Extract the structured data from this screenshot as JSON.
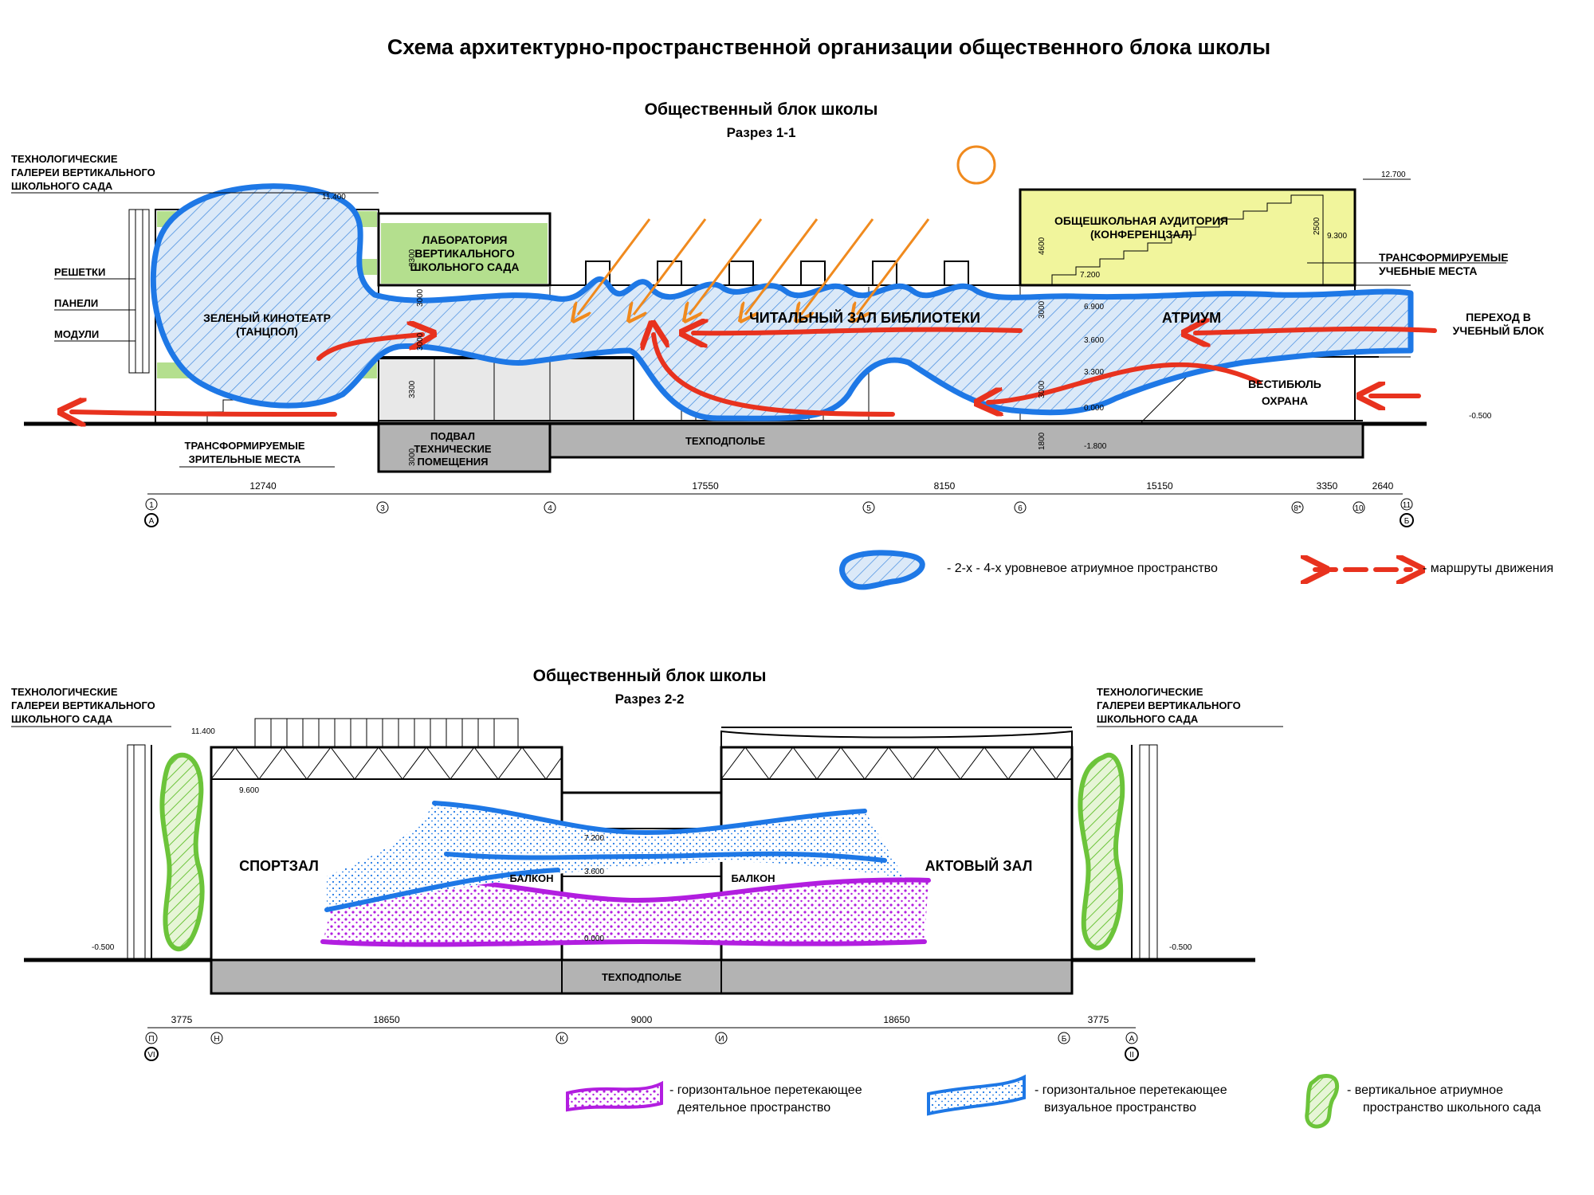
{
  "title": "Схема архитектурно-пространственной организации общественного блока школы",
  "section1": {
    "heading": "Общественный блок школы",
    "subheading": "Разрез 1-1",
    "labels": {
      "galleries": [
        "ТЕХНОЛОГИЧЕСКИЕ",
        "ГАЛЕРЕИ ВЕРТИКАЛЬНОГО",
        "ШКОЛЬНОГО САДА"
      ],
      "grilles": "РЕШЕТКИ",
      "panels": "ПАНЕЛИ",
      "modules": "МОДУЛИ",
      "lab": [
        "ЛАБОРАТОРИЯ",
        "ВЕРТИКАЛЬНОГО",
        "ШКОЛЬНОГО САДА"
      ],
      "cinema": [
        "ЗЕЛЕНЫЙ КИНОТЕАТР",
        "(ТАНЦПОЛ)"
      ],
      "reading_room": "ЧИТАЛЬНЫЙ ЗАЛ БИБЛИОТЕКИ",
      "auditorium": [
        "ОБЩЕШКОЛЬНАЯ АУДИТОРИЯ",
        "(КОНФЕРЕНЦЗАЛ)"
      ],
      "atrium": "АТРИУМ",
      "transform_study": [
        "ТРАНСФОРМИРУЕМЫЕ",
        "УЧЕБНЫЕ МЕСТА"
      ],
      "transition": [
        "ПЕРЕХОД В",
        "УЧЕБНЫЙ БЛОК"
      ],
      "lobby": [
        "ВЕСТИБЮЛЬ",
        "ОХРАНА"
      ],
      "basement": [
        "ПОДВАЛ",
        "ТЕХНИЧЕСКИЕ",
        "ПОМЕЩЕНИЯ"
      ],
      "subfloor": "ТЕХПОДПОЛЬЕ",
      "transform_seats": [
        "ТРАНСФОРМИРУЕМЫЕ",
        "ЗРИТЕЛЬНЫЕ МЕСТА"
      ]
    },
    "elevations": [
      "12.700",
      "11.400",
      "9.300",
      "7.200",
      "6.900",
      "3.600",
      "3.300",
      "0.000",
      "-1.800",
      "-0.500"
    ],
    "vertical_dims": [
      "3300",
      "3300",
      "3000",
      "3000",
      "3000",
      "4600",
      "2500",
      "3000",
      "3000",
      "1800"
    ],
    "dimensions": [
      "12740",
      "17550",
      "8150",
      "15150",
      "3350",
      "2640"
    ],
    "axes": [
      "1",
      "3",
      "4",
      "5",
      "6",
      "8*",
      "10",
      "11"
    ],
    "axis_letters": [
      "А",
      "Б"
    ],
    "legend": {
      "atrium": "- 2-х - 4-х уровневое атриумное пространство",
      "routes": "- маршруты движения"
    }
  },
  "section2": {
    "heading": "Общественный блок школы",
    "subheading": "Разрез 2-2",
    "labels": {
      "galleries_left": [
        "ТЕХНОЛОГИЧЕСКИЕ",
        "ГАЛЕРЕИ ВЕРТИКАЛЬНОГО",
        "ШКОЛЬНОГО САДА"
      ],
      "galleries_right": [
        "ТЕХНОЛОГИЧЕСКИЕ",
        "ГАЛЕРЕИ ВЕРТИКАЛЬНОГО",
        "ШКОЛЬНОГО САДА"
      ],
      "gym": "СПОРТЗАЛ",
      "hall": "АКТОВЫЙ ЗАЛ",
      "balcony": "БАЛКОН",
      "subfloor": "ТЕХПОДПОЛЬЕ"
    },
    "elevations": [
      "11.400",
      "9.600",
      "7.200",
      "3.600",
      "0.000",
      "-0.500",
      "-0.500"
    ],
    "dimensions": [
      "3775",
      "18650",
      "9000",
      "18650",
      "3775"
    ],
    "axes": [
      "П",
      "Н",
      "К",
      "И",
      "Б",
      "А"
    ],
    "axis_roman": [
      "VI",
      "II"
    ],
    "legend": {
      "activity": [
        "- горизонтальное перетекающее",
        "деятельное пространство"
      ],
      "visual": [
        "- горизонтальное перетекающее",
        "визуальное пространство"
      ],
      "vertical": [
        "- вертикальное атриумное",
        "пространство школьного сада"
      ]
    }
  },
  "colors": {
    "atrium_blue": "#1e78e6",
    "route_red": "#e8321e",
    "sun_orange": "#f08a1e",
    "garden_green": "#6cc43a",
    "auditorium_yellow": "#f1f59c",
    "activity_purple": "#b21ee0",
    "subfloor_gray": "#b3b3b3"
  }
}
